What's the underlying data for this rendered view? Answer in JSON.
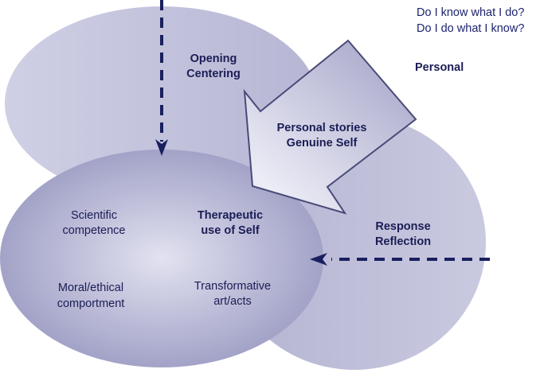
{
  "questions": {
    "line1": "Do I know what I do?",
    "line2": "Do I do what I know?"
  },
  "labels": {
    "personal": "Personal",
    "opening": "Opening",
    "centering": "Centering",
    "stories": "Personal stories",
    "genuine_self": "Genuine Self",
    "response": "Response",
    "reflection": "Reflection",
    "scientific": "Scientific",
    "competence": "competence",
    "therapeutic": "Therapeutic",
    "use_of_self": "use of Self",
    "moral": "Moral/ethical",
    "comportment": "comportment",
    "transformative": "Transformative",
    "art_acts": "art/acts"
  },
  "colors": {
    "text_dark": "#1b1d55",
    "arrow_dash": "#1a1f5e",
    "ellipse_fill_light": "#d9d9ea",
    "ellipse_fill_mid": "#b9b9d6",
    "center_fill_dark": "#9a9ac2",
    "outline": "#4a4a78"
  }
}
